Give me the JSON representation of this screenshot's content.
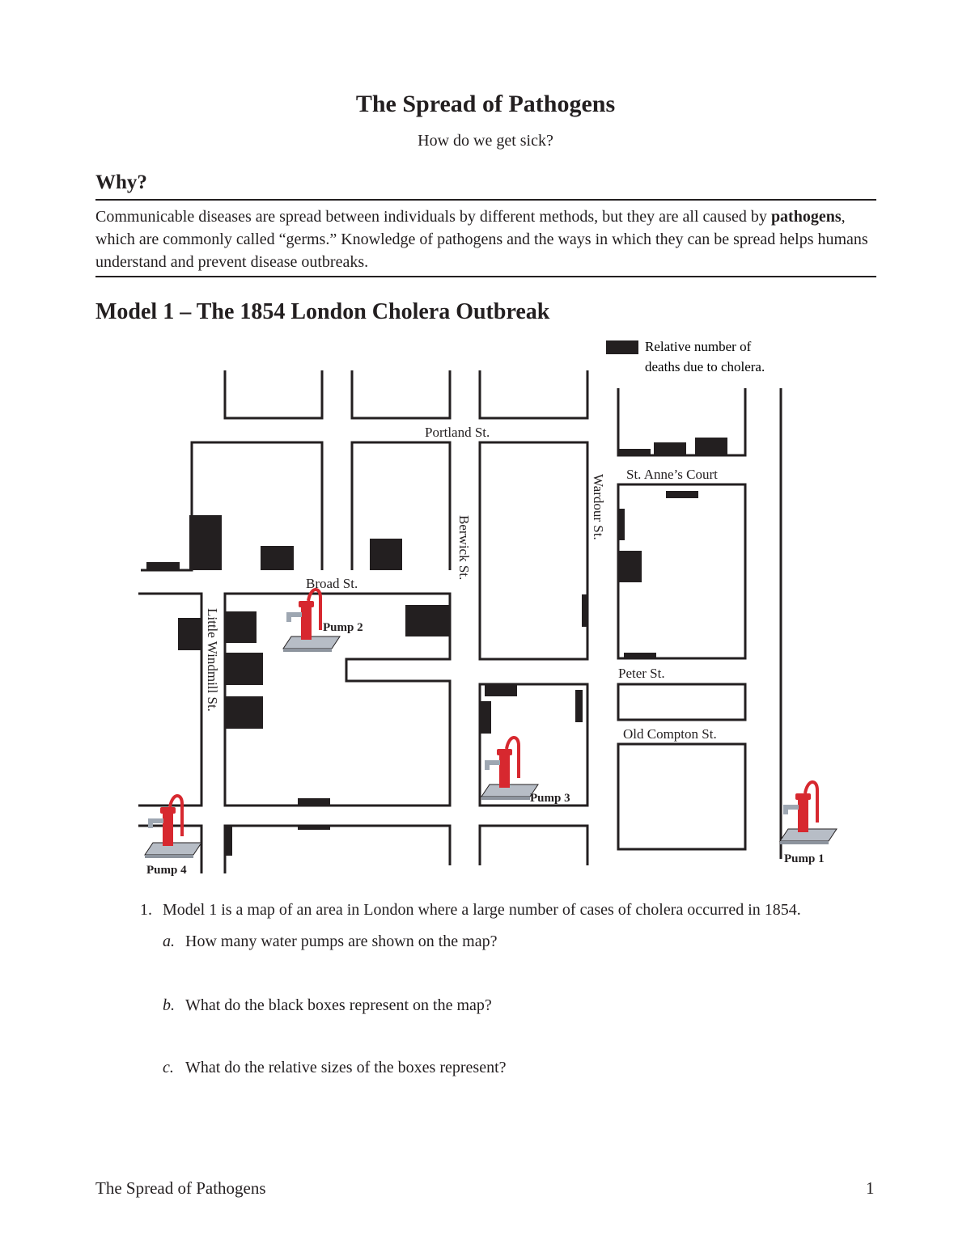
{
  "title": "The Spread of Pathogens",
  "subtitle": "How do we get sick?",
  "why": {
    "heading": "Why?",
    "text_before": "Communicable diseases are spread between individuals by different methods, but they are all caused by ",
    "bold_word": "pathogens",
    "text_after": ", which are commonly called “germs.” Knowledge of pathogens and the ways in which they can be spread helps humans understand and prevent disease outbreaks."
  },
  "model": {
    "heading": "Model 1 – The 1854 London Cholera Outbreak",
    "legend": {
      "line1": "Relative number of",
      "line2": "deaths due to cholera."
    },
    "streets": {
      "portland": "Portland St.",
      "broad": "Broad St.",
      "berwick": "Berwick St.",
      "wardour": "Wardour St.",
      "st_annes": "St. Anne’s Court",
      "peter": "Peter St.",
      "old_compton": "Old Compton St.",
      "little_windmill": "Little Windmill St."
    },
    "pumps": {
      "p1": "Pump 1",
      "p2": "Pump 2",
      "p3": "Pump 3",
      "p4": "Pump 4"
    },
    "colors": {
      "pump_red": "#d7282f",
      "pump_base": "#b7bdc6",
      "ink": "#231f20"
    }
  },
  "questions": {
    "q1_number": "1.",
    "q1_text": "Model 1 is a map of an area in London where a large number of cases of cholera occurred in 1854.",
    "a_label": "a.",
    "a_text": "How many water pumps are shown on the map?",
    "b_label": "b.",
    "b_text": "What do the black boxes represent on the map?",
    "c_label": "c.",
    "c_text": "What do the relative sizes of the boxes represent?"
  },
  "footer": {
    "left": "The Spread of Pathogens",
    "page": "1"
  }
}
